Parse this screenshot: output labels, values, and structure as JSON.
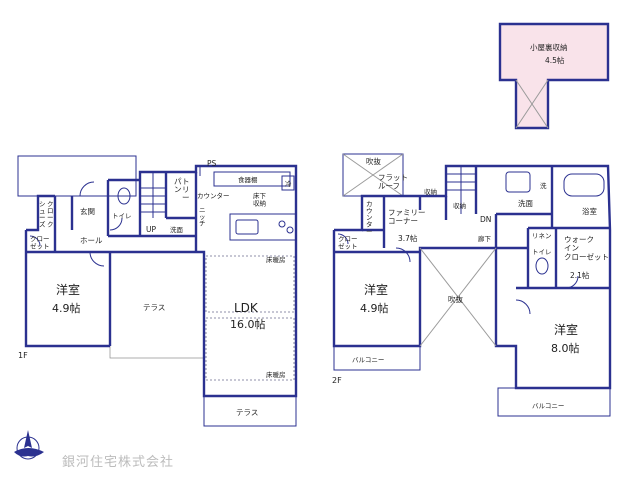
{
  "floor1": {
    "label": "1F",
    "ps": "PS",
    "shoes": "シューズ\nクローク",
    "genkan": "玄関",
    "toilet": "トイレ",
    "hall": "ホール",
    "closet": "クロー\nゼット",
    "western_name": "洋室",
    "western_size": "4.9帖",
    "terrace_top": "テラス",
    "terrace_bottom": "テラス",
    "up": "UP",
    "pantry": "パン\nトリー",
    "counter": "カウンター",
    "niche": "ニッチ",
    "washroom": "洗面",
    "cupboard": "食器棚",
    "fridge": "冷",
    "underfloor": "床下\n収納",
    "floor_heat_top": "床暖房",
    "floor_heat_bottom": "床暖房",
    "ldk_name": "LDK",
    "ldk_size": "16.0帖"
  },
  "floor2": {
    "label": "2F",
    "void_top": "吹抜",
    "flat_roof": "フラット\nルーフ",
    "storage_a": "収納",
    "storage_b": "収納",
    "dn": "DN",
    "counter": "カウンター",
    "family_corner": "ファミリー\nコーナー",
    "family_size": "3.7帖",
    "hallway": "廊下",
    "closet": "クロー\nゼット",
    "western_name": "洋室",
    "western_size": "4.9帖",
    "void_center": "吹抜",
    "balcony_left": "バルコニー",
    "washroom": "洗面",
    "wash": "洗",
    "bath": "浴室",
    "linen": "リネン",
    "toilet": "トイレ",
    "walkin": "ウォーク\nイン\nクローゼット",
    "walkin_size": "2.1帖",
    "master_name": "洋室",
    "master_size": "8.0帖",
    "balcony_right": "バルコニー"
  },
  "attic": {
    "name": "小屋裏収納",
    "size": "4.5帖"
  },
  "brand": {
    "logo_text": "銀河住宅株式会社"
  },
  "colors": {
    "wall": "#2b3190",
    "attic_fill": "#f9e3ea",
    "logo": "#bcbcbc"
  }
}
